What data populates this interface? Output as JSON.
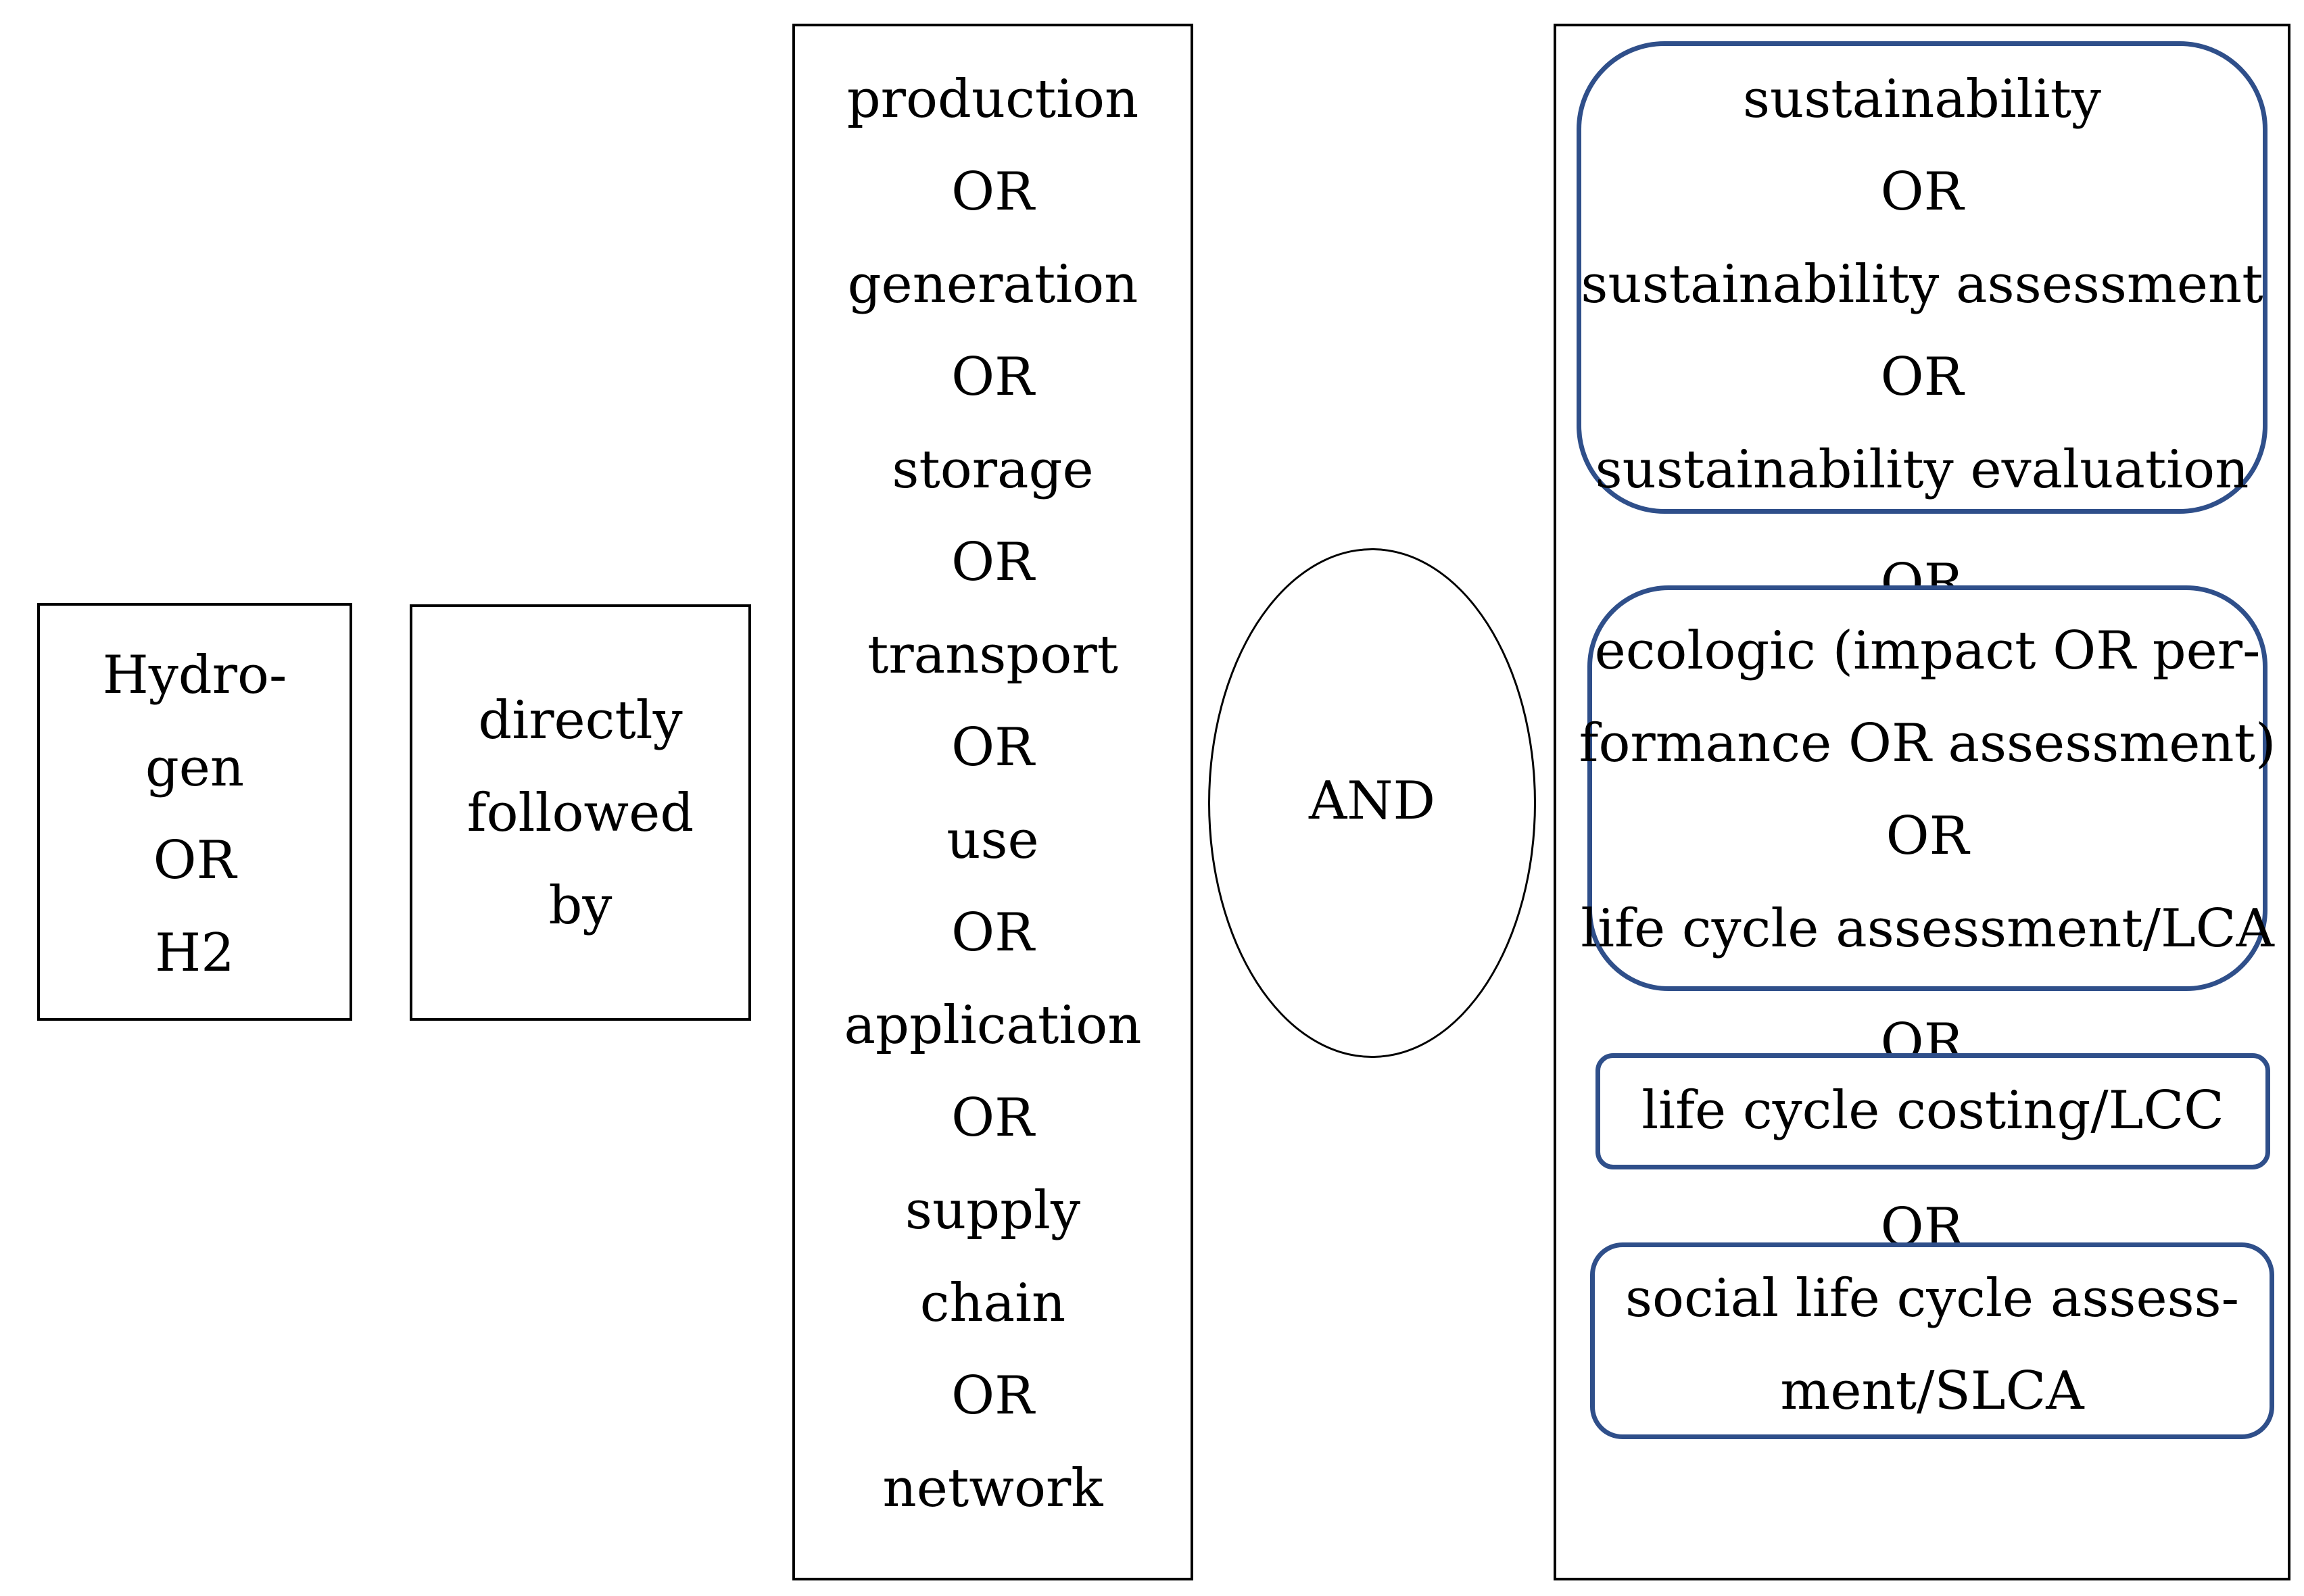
{
  "hydrogen_box": {
    "lines": [
      "Hydro-",
      "gen",
      "OR",
      "H2"
    ]
  },
  "followed_box": {
    "lines": [
      "directly",
      "followed",
      "by"
    ]
  },
  "activities_box": {
    "lines": [
      "production",
      "OR",
      "generation",
      "OR",
      "storage",
      "OR",
      "transport",
      "OR",
      "use",
      "OR",
      "application",
      "OR",
      "supply",
      "chain",
      "OR",
      "network"
    ]
  },
  "and_label": "AND",
  "assessment_box": {
    "sustainability_group": [
      "sustainability",
      "OR",
      "sustainability assessment",
      "OR",
      "sustainability evaluation"
    ],
    "or_1": "OR",
    "ecologic_group": [
      "ecologic (impact OR per-",
      "formance OR assessment)",
      "OR",
      "life cycle assessment/LCA"
    ],
    "or_2": "OR",
    "lcc_group": [
      "life cycle costing/LCC"
    ],
    "or_3": "OR",
    "slca_group": [
      "social life cycle assess-",
      "ment/SLCA"
    ]
  },
  "colors": {
    "group_border": "#2f4f8a",
    "box_border": "#000000"
  }
}
